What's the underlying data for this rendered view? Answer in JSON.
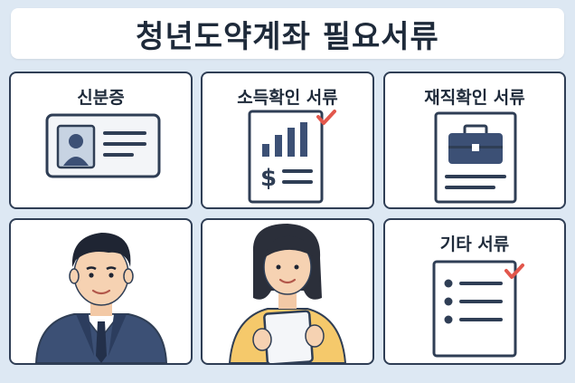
{
  "title": "청년도약계좌 필요서류",
  "cards": [
    {
      "label": "신분증",
      "icon": "id-card-icon"
    },
    {
      "label": "소득확인 서류",
      "icon": "income-document-icon"
    },
    {
      "label": "재직확인 서류",
      "icon": "briefcase-document-icon"
    },
    {
      "label": "",
      "icon": "businessman-illustration"
    },
    {
      "label": "",
      "icon": "woman-with-tablet-illustration"
    },
    {
      "label": "기타 서류",
      "icon": "checklist-document-icon"
    }
  ],
  "colors": {
    "background": "#dde8f3",
    "navy": "#2f3e55",
    "accent_check": "#e2574c",
    "suit": "#3c5075",
    "shirt_yellow": "#f5c96b"
  }
}
